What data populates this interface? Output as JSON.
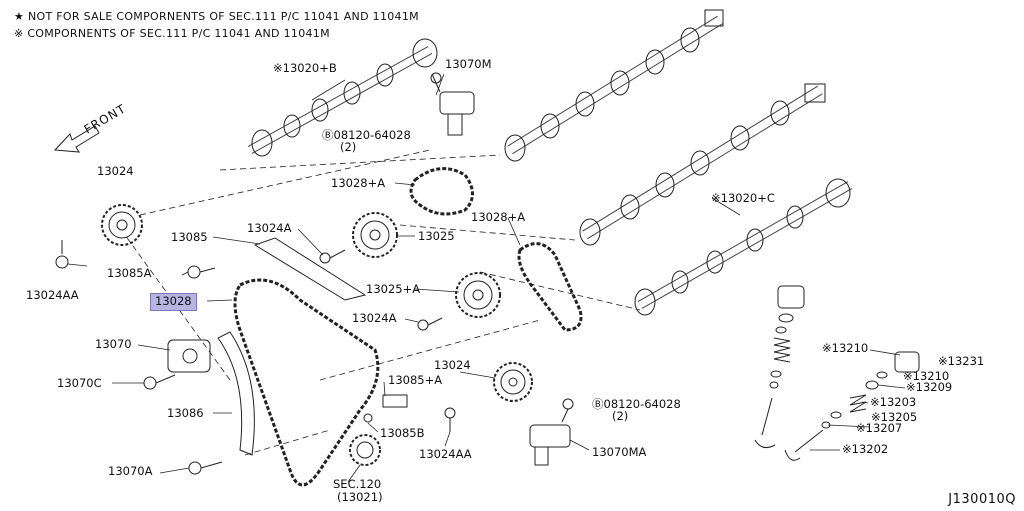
{
  "legend": {
    "line1": "★ NOT FOR SALE COMPORNENTS OF SEC.111 P/C 11041 AND 11041M",
    "line2": "※ COMPORNENTS OF SEC.111 P/C 11041 AND 11041M"
  },
  "front_label": "FRONT",
  "diagram_code": "J130010Q",
  "colors": {
    "highlight": "#b7b4e2",
    "line": "#222222"
  },
  "labels": {
    "p13020b": "※13020+B",
    "p13070m": "13070M",
    "p08120_top": "Ⓑ08120-64028",
    "p08120_top_qty": "(2)",
    "p13024_top": "13024",
    "p13028b": "13028+A",
    "p13028a": "13028+A",
    "p13020c": "※13020+C",
    "p13024a_top": "13024A",
    "p13025": "13025",
    "p13085": "13085",
    "p13085a": "13085A",
    "p13024aa_left": "13024AA",
    "p13028": "13028",
    "p13025a": "13025+A",
    "p13024a_mid": "13024A",
    "p13070": "13070",
    "p13070c": "13070C",
    "p13024_mid": "13024",
    "p13085plusa": "13085+A",
    "p13086": "13086",
    "p13085b": "13085B",
    "p13024aa_bot": "13024AA",
    "p08120_bot": "Ⓑ08120-64028",
    "p08120_bot_qty": "(2)",
    "p13070ma": "13070MA",
    "p13070a": "13070A",
    "sec120": "SEC.120",
    "sec120_sub": "(13021)",
    "p13210_l": "※13210",
    "p13231": "※13231",
    "p13210_r": "※13210",
    "p13209": "※13209",
    "p13203": "※13203",
    "p13205": "※13205",
    "p13207": "※13207",
    "p13202": "※13202"
  },
  "markers": {
    "star": "★"
  }
}
